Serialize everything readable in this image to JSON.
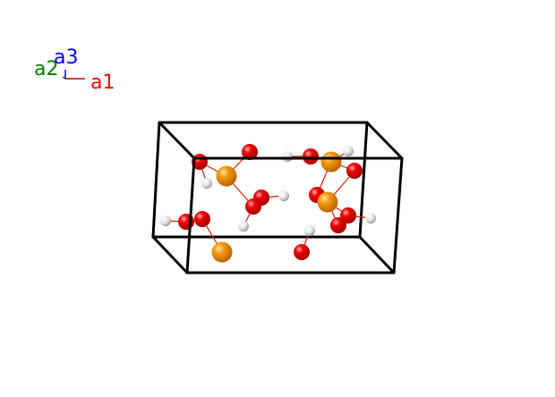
{
  "axes": {
    "a1": {
      "label": "a1",
      "color": "#ff0000"
    },
    "a2": {
      "label": "a2",
      "color": "#008000"
    },
    "a3": {
      "label": "a3",
      "color": "#0000ff"
    }
  },
  "colors": {
    "cell_edge": "#000000",
    "bond": "#cc2200",
    "atom_P": "#f09000",
    "atom_O": "#e80000",
    "atom_H": "#e8e8e8"
  }
}
